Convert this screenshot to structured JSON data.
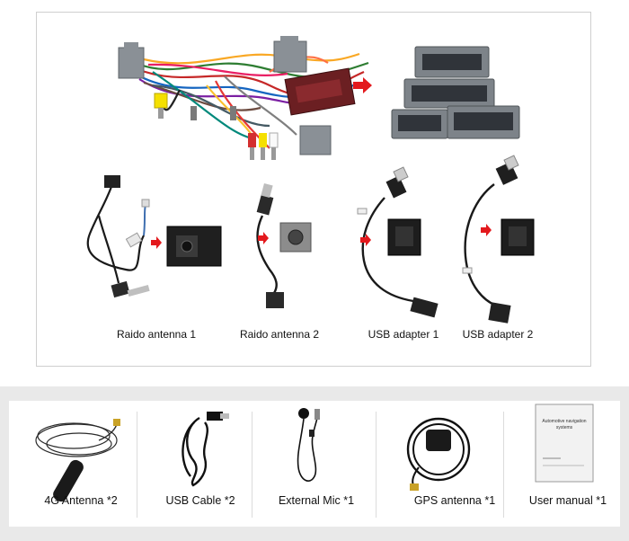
{
  "adapters": [
    {
      "label": "Raido antenna 1"
    },
    {
      "label": "Raido antenna 2"
    },
    {
      "label": "USB adapter 1"
    },
    {
      "label": "USB adapter 2"
    }
  ],
  "accessories": [
    {
      "label": "4G Antenna *2"
    },
    {
      "label": "USB Cable *2"
    },
    {
      "label": "External Mic *1"
    },
    {
      "label": "GPS antenna *1"
    },
    {
      "label": "User manual *1"
    }
  ],
  "manual": {
    "title": "Automotive navigation systems"
  },
  "colors": {
    "arrow": "#e3191d",
    "connector": "#8a9096",
    "cable": "#1a1a1a"
  }
}
